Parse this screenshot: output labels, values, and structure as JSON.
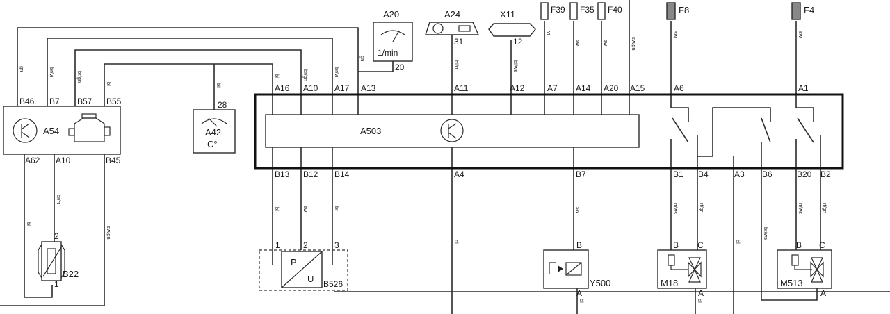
{
  "components": {
    "a20": {
      "label": "A20",
      "unit": "1/min",
      "pin": "20"
    },
    "a24": {
      "label": "A24",
      "pin": "31"
    },
    "x11": {
      "label": "X11",
      "pin": "12"
    },
    "a42": {
      "label": "A42",
      "unit": "C°",
      "pin": "28"
    },
    "a54": {
      "label": "A54"
    },
    "a503": {
      "label": "A503"
    },
    "b22": {
      "label": "B22",
      "pin_top": "2",
      "pin_bottom": "1"
    },
    "b526": {
      "label": "B526",
      "p": "P",
      "u": "U",
      "pins": [
        "1",
        "2",
        "3"
      ]
    },
    "y500": {
      "label": "Y500",
      "pin_b": "B",
      "pin_a": "A"
    },
    "m18": {
      "label": "M18",
      "pin_b": "B",
      "pin_c": "C",
      "pin_a": "A"
    },
    "m513": {
      "label": "M513",
      "pin_b": "B",
      "pin_c": "C",
      "pin_a": "A"
    }
  },
  "fuses": [
    "F39",
    "F35",
    "F40",
    "F8",
    "F4"
  ],
  "a54_pins_top": [
    "B46",
    "B7",
    "B57",
    "B55"
  ],
  "a54_pins_bottom": [
    "A62",
    "A10",
    "B45"
  ],
  "a503_pins_top": [
    "A16",
    "A10",
    "A17",
    "A13",
    "A11",
    "A12",
    "A7",
    "A14",
    "A20",
    "A15",
    "A6",
    "A1"
  ],
  "a503_pins_bottom": [
    "B13",
    "B12",
    "B14",
    "A4",
    "B7",
    "B1",
    "B4",
    "A3",
    "B6",
    "B20",
    "B2"
  ],
  "wire_colors": {
    "w_b46": "gn",
    "w_b7": "br/vi",
    "w_b57": "br/gn",
    "w_b55": "bl",
    "w_a13": "gn",
    "w_a11": "bl/rt",
    "w_a12": "bl/ws",
    "w_f39": "vi",
    "w_f35": "sw",
    "w_f40": "sw",
    "w_a15": "sw/gn",
    "w_f8": "sw",
    "w_f4": "sw",
    "w_a16": "bl",
    "w_a10": "br/gn",
    "w_a17": "br/vi",
    "w_a42": "bl",
    "w_a62": "bl",
    "w_a10b": "br/rt",
    "w_b45": "sw/gn",
    "w_b13": "bl",
    "w_b12": "sw",
    "w_b14": "br",
    "w_a4": "bl",
    "w_b7b": "sw",
    "w_b1": "rt/ws",
    "w_b4": "rt/gr",
    "w_a3": "bl",
    "w_b6": "br/ws",
    "w_b20": "rt/ws",
    "w_b2": "rt/gn",
    "w_y500a": "bl",
    "w_m18a": "bl"
  }
}
